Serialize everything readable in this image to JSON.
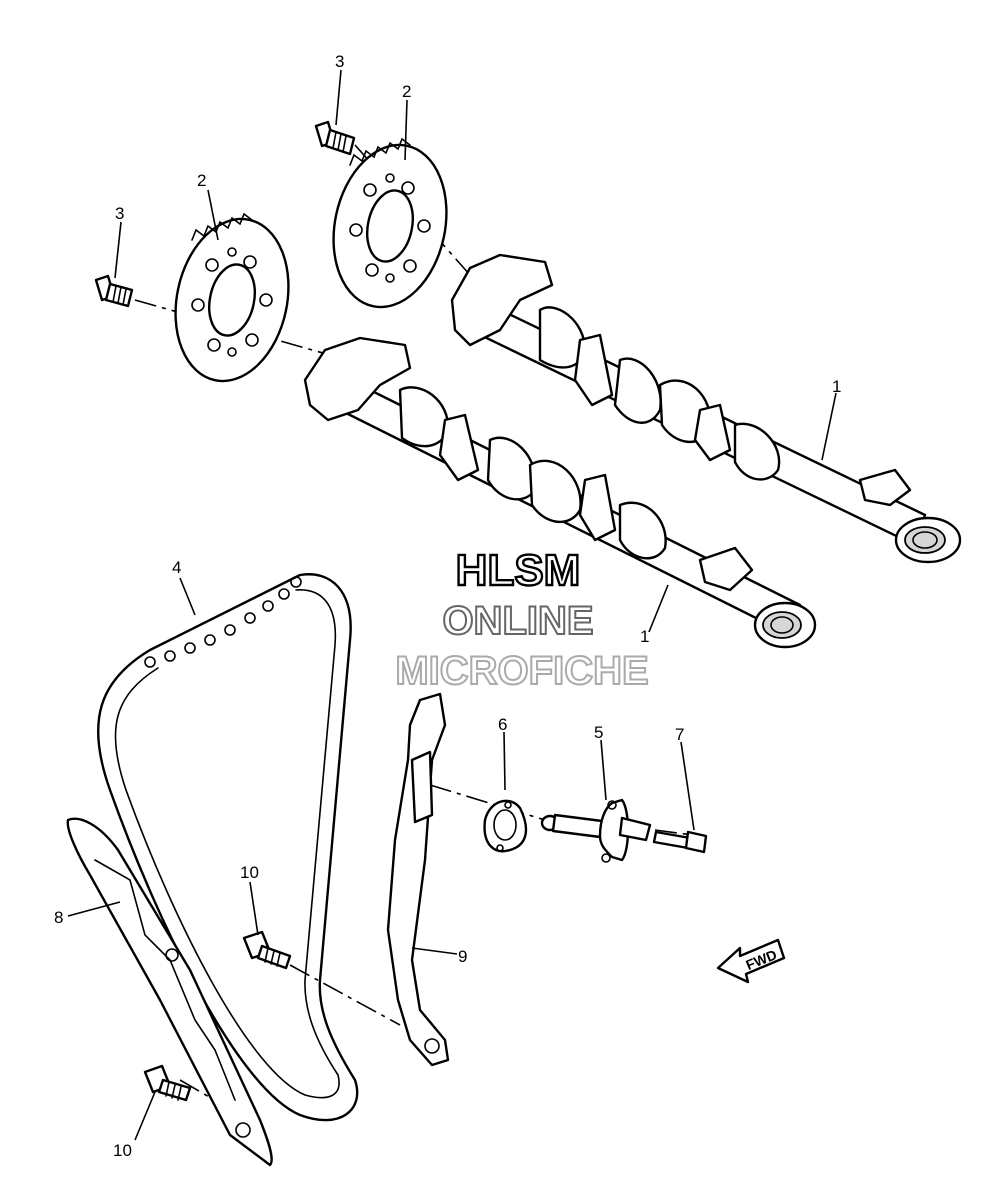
{
  "callouts": [
    "1",
    "1",
    "2",
    "2",
    "3",
    "3",
    "4",
    "5",
    "6",
    "7",
    "8",
    "9",
    "10",
    "10"
  ],
  "watermark": {
    "line1": "HLSM",
    "line2": "ONLINE",
    "line3": "MICROFICHE"
  },
  "direction_label": "FWD",
  "colors": {
    "line": "#000000",
    "background": "#ffffff",
    "watermark_line1_fill": "#ffffff",
    "watermark_line1_stroke": "#000000",
    "watermark_line2_stroke": "#666666",
    "watermark_line3_stroke": "#aaaaaa"
  }
}
